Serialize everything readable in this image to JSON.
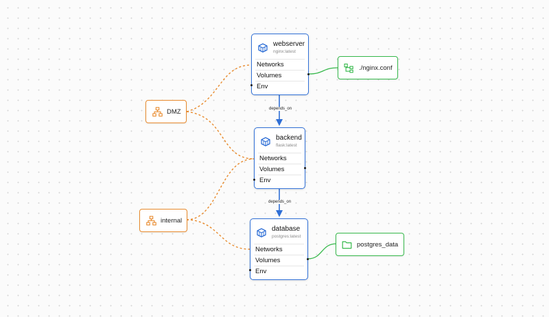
{
  "services": [
    {
      "name": "webserver",
      "image": "nginx:latest",
      "rows": [
        "Networks",
        "Volumes",
        "Env"
      ]
    },
    {
      "name": "backend",
      "image": "flask:latest",
      "rows": [
        "Networks",
        "Volumes",
        "Env"
      ]
    },
    {
      "name": "database",
      "image": "postgres:latest",
      "rows": [
        "Networks",
        "Volumes",
        "Env"
      ]
    }
  ],
  "dependencies": [
    {
      "from": "webserver",
      "to": "backend",
      "label": "depends_on"
    },
    {
      "from": "backend",
      "to": "database",
      "label": "depends_on"
    }
  ],
  "networks": [
    {
      "name": "DMZ",
      "connects": [
        "webserver",
        "backend"
      ]
    },
    {
      "name": "internal",
      "connects": [
        "backend",
        "database"
      ]
    }
  ],
  "volumes": [
    {
      "name": "./nginx.conf",
      "kind": "config",
      "service": "webserver"
    },
    {
      "name": "postgres_data",
      "kind": "named-volume",
      "service": "database"
    }
  ],
  "colors": {
    "service_border": "#2f6fd6",
    "dependency_edge": "#2f6fd6",
    "network": "#e8892b",
    "volume": "#35b84a"
  },
  "icons": {
    "service": "container-icon",
    "network": "network-hierarchy-icon",
    "config_volume": "file-tree-icon",
    "named_volume": "folder-icon"
  }
}
